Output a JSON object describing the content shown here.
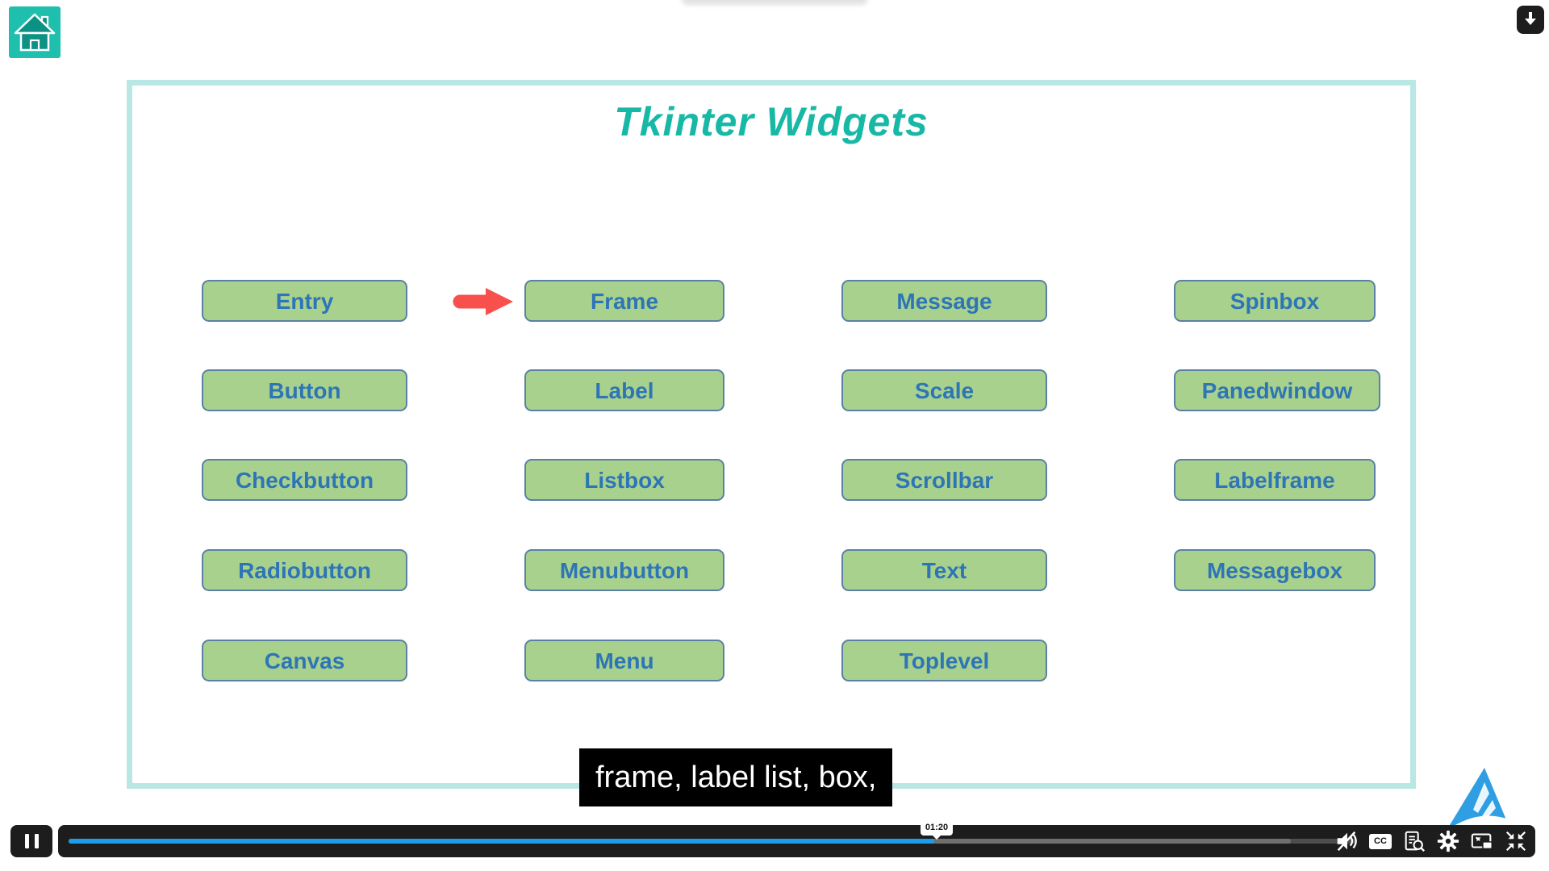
{
  "header": {
    "icons": [
      "home",
      "down-arrow"
    ]
  },
  "slide": {
    "title": "Tkinter Widgets",
    "buttons": [
      "Entry",
      "Frame",
      "Message",
      "Spinbox",
      "Button",
      "Label",
      "Scale",
      "Panedwindow",
      "Checkbutton",
      "Listbox",
      "Scrollbar",
      "Labelframe",
      "Radiobutton",
      "Menubutton",
      "Text",
      "Messagebox",
      "Canvas",
      "Menu",
      "Toplevel"
    ],
    "arrow_points_to": "Frame"
  },
  "caption": {
    "text": "frame, label list, box,"
  },
  "player": {
    "tooltip_time": "01:20",
    "progress_pct": 67.3,
    "buffered_pct": 95,
    "cc_label": "CC",
    "controls": [
      "pause",
      "volume-muted",
      "closed-captions",
      "transcript-search",
      "settings",
      "picture-in-picture",
      "exit-fullscreen"
    ]
  },
  "colors": {
    "accent_teal": "#17B8A6",
    "slide_border": "#B9E7E3",
    "button_green": "#A9D18E",
    "button_border": "#5B80A5",
    "button_text": "#2E75B6",
    "arrow_red": "#F8504C",
    "progress_blue": "#1E9BE9",
    "home_bg": "#1FBFAE",
    "logo_blue": "#2F9EE3"
  }
}
